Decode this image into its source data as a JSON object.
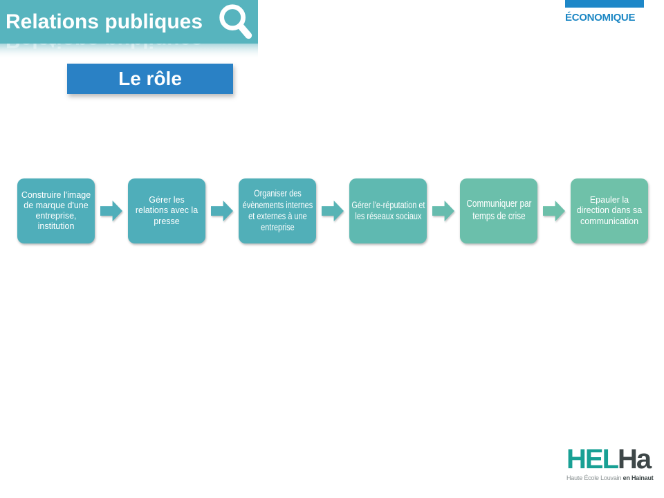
{
  "header": {
    "title": "Relations publiques",
    "bg_color": "#57B4BE",
    "icon": "magnifier-search-icon"
  },
  "branding": {
    "department": "ÉCONOMIQUE",
    "bar_color": "#1D87C8",
    "text_color": "#1C87C4"
  },
  "section": {
    "title": "Le rôle",
    "bg_color": "#2A81C5"
  },
  "process": {
    "type": "horizontal-process-flow",
    "steps": [
      {
        "label": "Construire l'image de marque d'une entreprise, institution",
        "color": "#4FAEBA",
        "condensed": false
      },
      {
        "label": "Gérer les relations avec la presse",
        "color": "#4FAEBA",
        "condensed": false
      },
      {
        "label": "Organiser des évènements internes et externes à une entreprise",
        "color": "#51AFB8",
        "condensed": true
      },
      {
        "label": "Gérer l'e-réputation et les réseaux sociaux",
        "color": "#5FB9B1",
        "condensed": true
      },
      {
        "label": "Communiquer par temps de crise",
        "color": "#6BBFAB",
        "condensed": true
      },
      {
        "label": "Epauler la direction dans sa communication",
        "color": "#6FC1A9",
        "condensed": false
      }
    ],
    "arrow_colors": [
      "#4FAEBA",
      "#50AEB9",
      "#58B4B5",
      "#66BCAE",
      "#6DC0AA"
    ]
  },
  "logo": {
    "part1": "HEL",
    "part2": "Ha",
    "part1_color": "#18A094",
    "part2_color": "#3E4748",
    "tagline_regular": "Haute École Louvain",
    "tagline_bold": "en Hainaut"
  }
}
